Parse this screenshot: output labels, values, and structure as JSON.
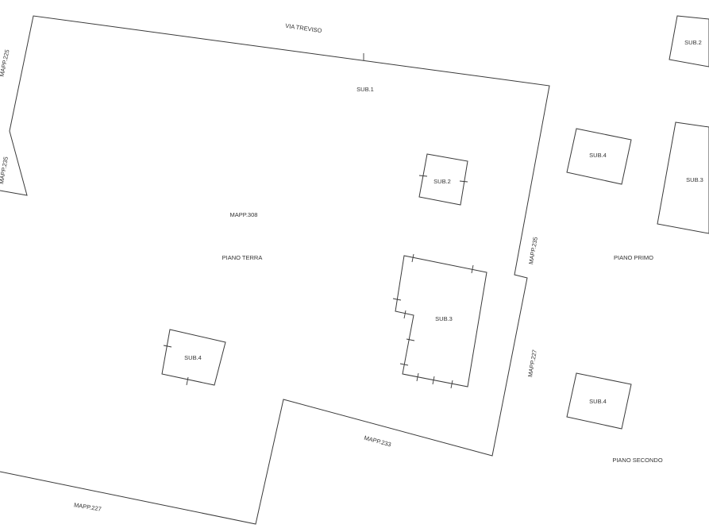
{
  "street_label": "VIA TREVISO",
  "ground_floor": {
    "parcel_label": "MAPP.308",
    "floor_label": "PIANO TERRA",
    "sub1_label": "SUB.1",
    "sub2_label": "SUB.2",
    "sub3_label": "SUB.3",
    "sub4_label": "SUB.4"
  },
  "neighbors": {
    "mapp_225": "MAPP.225",
    "mapp_235_left": "MAPP.235",
    "mapp_235_right": "MAPP.235",
    "mapp_227_right": "MAPP.227",
    "mapp_233": "MAPP.233",
    "mapp_227_bottom": "MAPP.227"
  },
  "first_floor": {
    "floor_label": "PIANO PRIMO",
    "sub2_label": "SUB.2",
    "sub3_label": "SUB.3",
    "sub4_label": "SUB.4"
  },
  "second_floor": {
    "floor_label": "PIANO SECONDO",
    "sub4_label": "SUB.4"
  }
}
